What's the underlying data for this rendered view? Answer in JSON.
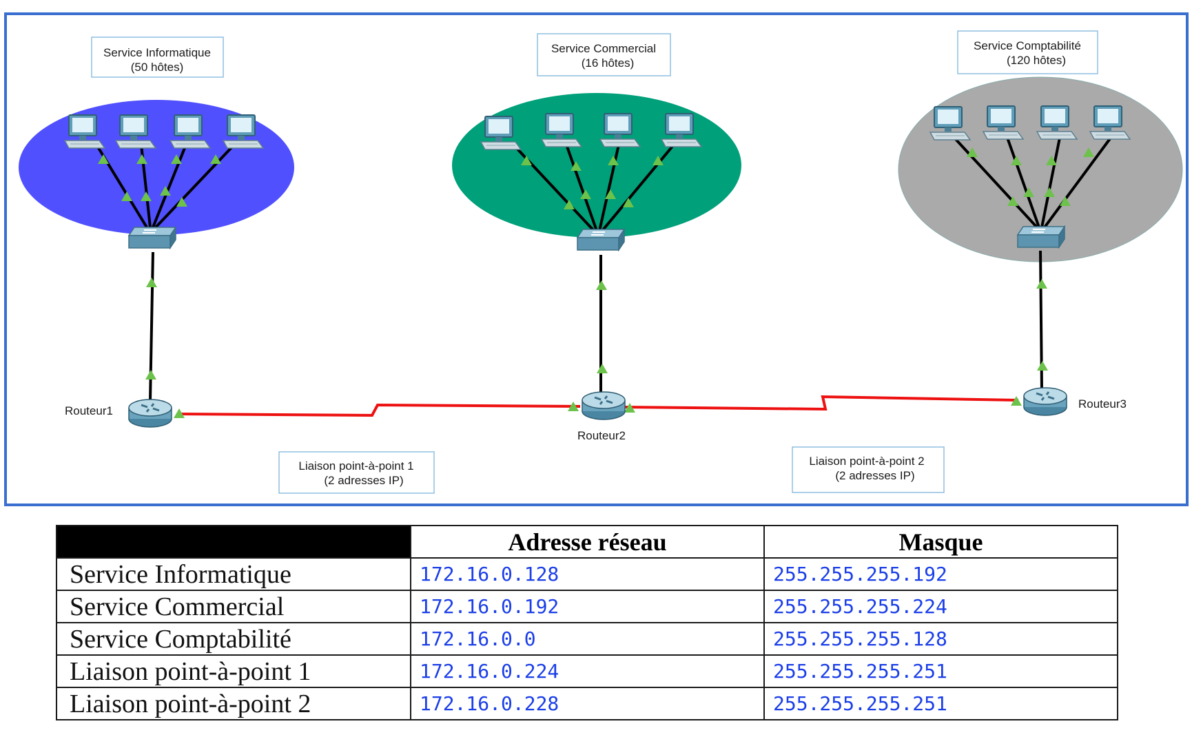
{
  "diagram": {
    "zones": [
      {
        "title": "Service Informatique",
        "hosts": "(50 hôtes)",
        "color": "#5050ff"
      },
      {
        "title": "Service Commercial",
        "hosts": "(16 hôtes)",
        "color": "#00a07a"
      },
      {
        "title": "Service Comptabilité",
        "hosts": "(120 hôtes)",
        "color": "#aaaaaa"
      }
    ],
    "routers": [
      "Routeur1",
      "Routeur2",
      "Routeur3"
    ],
    "links": [
      {
        "title": "Liaison point-à-point 1",
        "detail": "(2 adresses IP)"
      },
      {
        "title": "Liaison point-à-point 2",
        "detail": "(2 adresses IP)"
      }
    ],
    "colors": {
      "frame": "#3a6fd0",
      "wan_link": "#ee1111",
      "lan_link": "#000000",
      "port_indicator": "#6cc24a"
    }
  },
  "table": {
    "headers": [
      "",
      "Adresse réseau",
      "Masque"
    ],
    "rows": [
      {
        "name": "Service Informatique",
        "address": "172.16.0.128",
        "mask": "255.255.255.192"
      },
      {
        "name": "Service Commercial",
        "address": "172.16.0.192",
        "mask": "255.255.255.224"
      },
      {
        "name": "Service Comptabilité",
        "address": "172.16.0.0",
        "mask": "255.255.255.128"
      },
      {
        "name": "Liaison point-à-point 1",
        "address": "172.16.0.224",
        "mask": "255.255.255.251"
      },
      {
        "name": "Liaison point-à-point 2",
        "address": "172.16.0.228",
        "mask": "255.255.255.251"
      }
    ],
    "value_color": "#1a3ee8"
  }
}
